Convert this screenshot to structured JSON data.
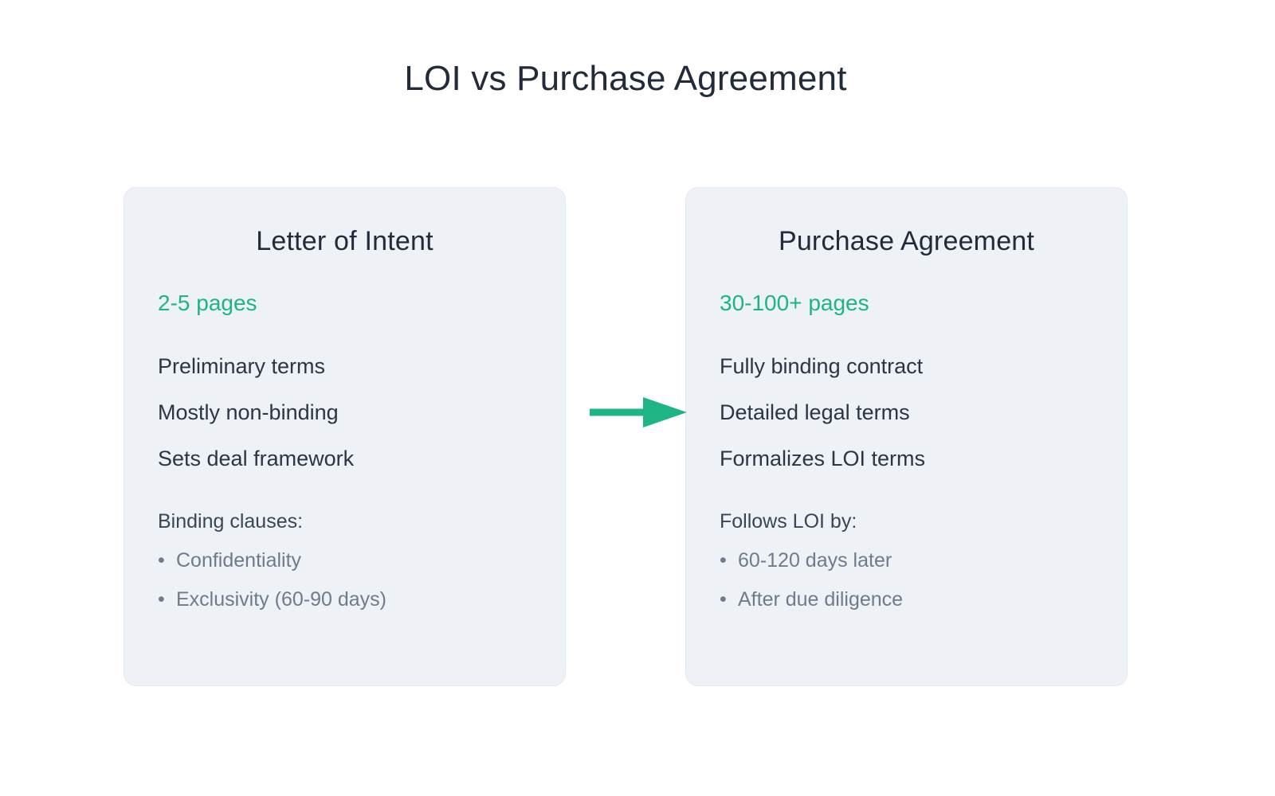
{
  "title": "LOI vs Purchase Agreement",
  "colors": {
    "accent": "#1db584",
    "card_bg": "#eef1f6",
    "card_border": "#e4e9f0",
    "title_text": "#212b3a",
    "body_text": "#2b3544",
    "muted_text": "#6f7b8c",
    "subheading_text": "#3a4557"
  },
  "arrow": {
    "icon": "arrow-right-icon",
    "direction": "left-to-right"
  },
  "left_card": {
    "heading": "Letter of Intent",
    "pages": "2-5 pages",
    "features": [
      "Preliminary terms",
      "Mostly non-binding",
      "Sets deal framework"
    ],
    "sub_heading": "Binding clauses:",
    "bullets": [
      "Confidentiality",
      "Exclusivity (60-90 days)"
    ]
  },
  "right_card": {
    "heading": "Purchase Agreement",
    "pages": "30-100+ pages",
    "features": [
      "Fully binding contract",
      "Detailed legal terms",
      "Formalizes LOI terms"
    ],
    "sub_heading": "Follows LOI by:",
    "bullets": [
      "60-120 days later",
      "After due diligence"
    ]
  }
}
